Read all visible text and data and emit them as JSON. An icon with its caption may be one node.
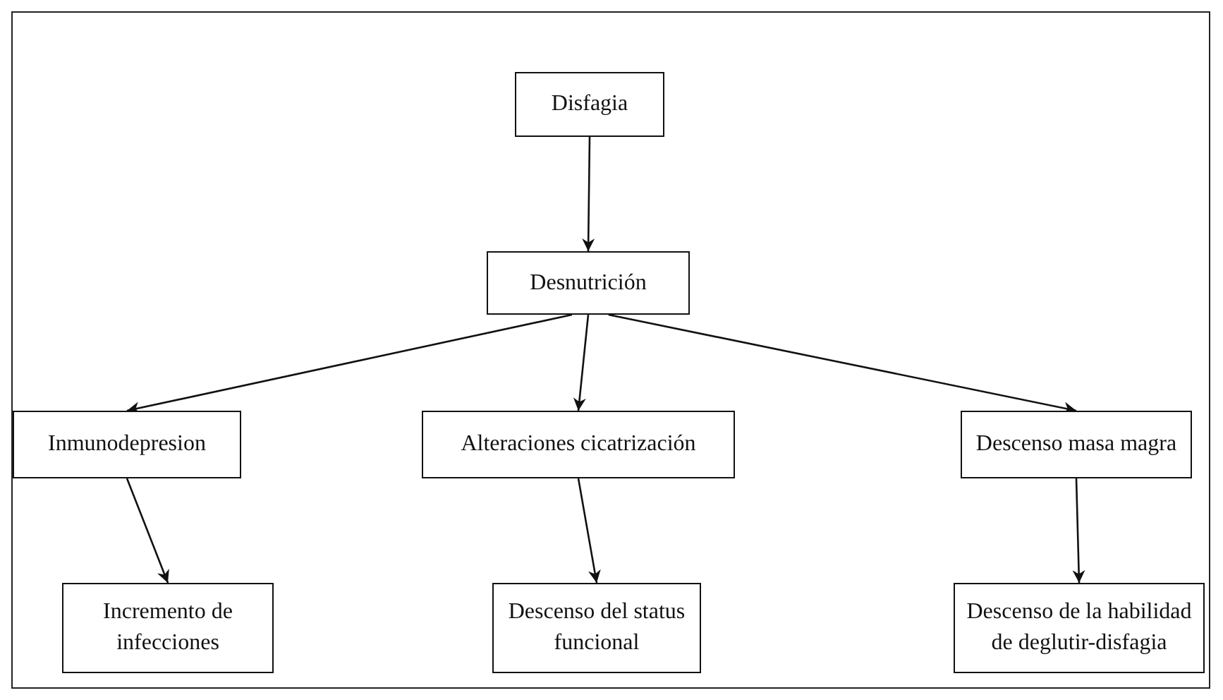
{
  "diagram": {
    "nodes": [
      {
        "text": [
          "Disfagia"
        ]
      },
      {
        "text": [
          "Desnutrición"
        ]
      },
      {
        "text": [
          "Inmunodepresion"
        ]
      },
      {
        "text": [
          "Alteraciones cicatrización"
        ]
      },
      {
        "text": [
          "Descenso masa magra"
        ]
      },
      {
        "text": [
          "Incremento de infecciones"
        ]
      },
      {
        "text": [
          "Descenso del status funcional"
        ]
      },
      {
        "text": [
          "Descenso de la habilidad de deglutir-disfagia"
        ]
      }
    ],
    "edges": [
      {
        "from": 0,
        "to": 1,
        "arrow": "to"
      },
      {
        "from": 1,
        "to": 2,
        "arrow": "to"
      },
      {
        "from": 1,
        "to": 3,
        "arrow": "to"
      },
      {
        "from": 1,
        "to": 4,
        "arrow": "to"
      },
      {
        "from": 2,
        "to": 5,
        "arrow": "to"
      },
      {
        "from": 3,
        "to": 6,
        "arrow": "to"
      },
      {
        "from": 4,
        "to": 7,
        "arrow": "to"
      }
    ]
  }
}
